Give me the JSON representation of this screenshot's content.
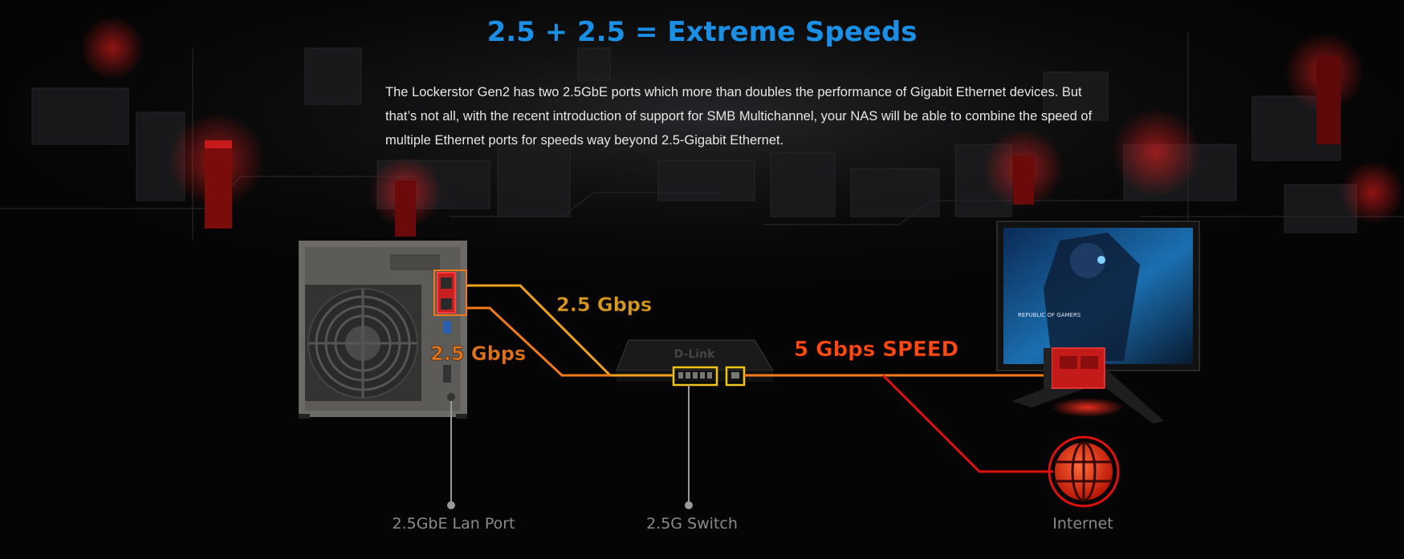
{
  "headline": "2.5 + 2.5 = Extreme Speeds",
  "intro": "The Lockerstor Gen2 has two 2.5GbE ports which more than doubles the performance of Gigabit Ethernet devices. But that’s not all, with the recent introduction of support for SMB Multichannel, your NAS will be able to combine the speed of multiple Ethernet ports for speeds way beyond 2.5-Gigabit Ethernet.",
  "diagram": {
    "link_labels": {
      "upper": "2.5 Gbps",
      "lower": "2.5 Gbps",
      "combined": "5 Gbps SPEED"
    },
    "callouts": {
      "nas_port": "2.5GbE Lan Port",
      "switch": "2.5G Switch",
      "internet": "Internet"
    },
    "monitor_text": "REPUBLIC OF GAMERS",
    "switch_brand": "D-Link"
  },
  "colors": {
    "background": "#050505",
    "headline": "#1a8fe6",
    "upper_link": "#f0a21a",
    "lower_link": "#f07a1a",
    "combined_link": "#ff4a12",
    "internet_link": "#e01010",
    "callout_text": "#8a8a8a",
    "callout_line": "#9a9a9a"
  },
  "icons": [
    "nas-device",
    "network-switch",
    "gaming-monitor",
    "network-card",
    "globe-icon"
  ]
}
